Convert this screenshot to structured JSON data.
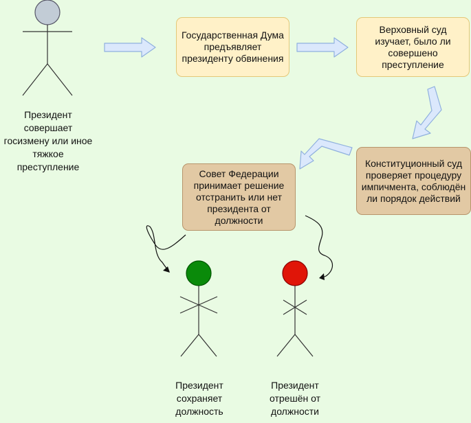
{
  "actors": {
    "president": {
      "label": "Президент совершает госизмену или иное тяжкое преступление",
      "head_color": "#c2ccd6"
    },
    "retains": {
      "label": "Президент сохраняет должность",
      "head_color": "#0a8a0a"
    },
    "removed": {
      "label": "Президент отрешён от должности",
      "head_color": "#e01508"
    }
  },
  "boxes": {
    "duma": {
      "text": "Государственная Дума предъявляет президенту обвинения"
    },
    "supreme": {
      "text": "Верховный суд изучает, было ли совершено преступление"
    },
    "constitutional": {
      "text": "Конституционный суд проверяет процедуру импичмента, соблюдён ли порядок действий"
    },
    "federation": {
      "text": "Совет Федерации принимает решение отстранить или нет президента от должности"
    }
  },
  "colors": {
    "arrow_fill": "#dbe8fc",
    "arrow_stroke": "#8fb0de",
    "light_box": "#fff1c8",
    "dark_box": "#e2c9a4"
  }
}
